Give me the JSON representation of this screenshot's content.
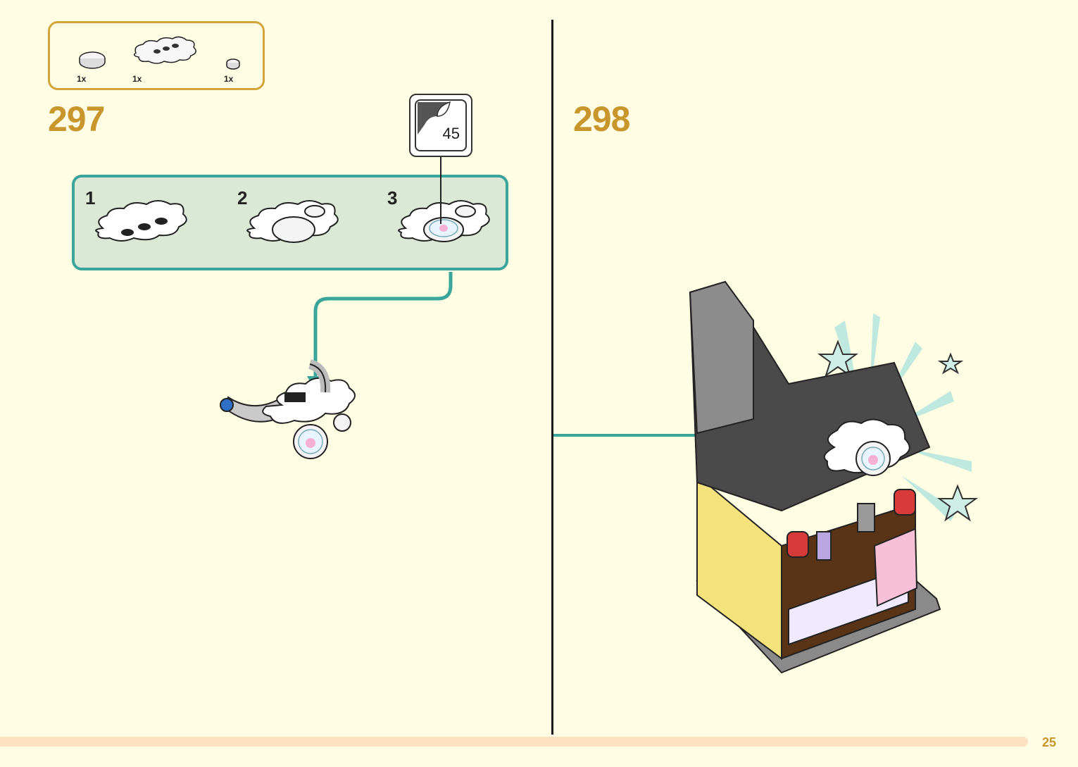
{
  "colors": {
    "background": "#fffde3",
    "accent_gold": "#c8962c",
    "callout_teal": "#3aa69a",
    "callout_fill": "#dbe8d6",
    "bottom_bar": "#fde2c2"
  },
  "parts_list": {
    "items": [
      {
        "name": "round-tile-icon",
        "qty": "1x"
      },
      {
        "name": "cloud-plate-icon",
        "qty": "1x"
      },
      {
        "name": "small-round-plate-icon",
        "qty": "1x"
      }
    ]
  },
  "steps": [
    {
      "number": "297",
      "sticker": {
        "icon": "sticker-icon",
        "number": "45"
      },
      "substeps": [
        "1",
        "2",
        "3"
      ]
    },
    {
      "number": "298"
    }
  ],
  "page_number": "25"
}
